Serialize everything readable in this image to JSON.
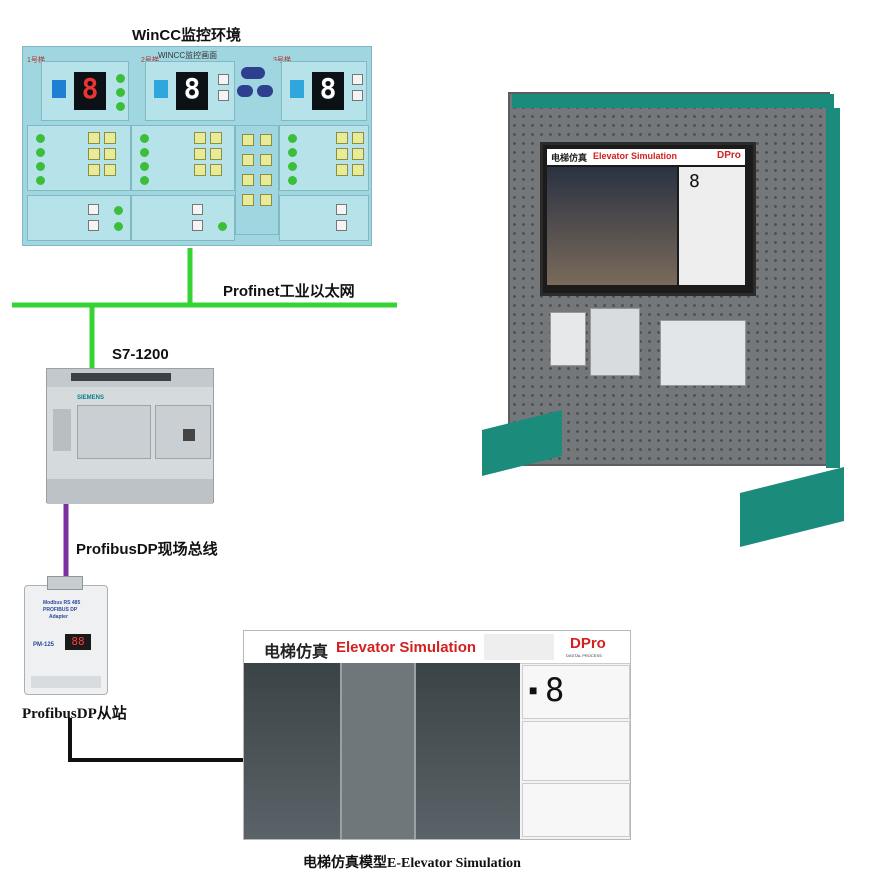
{
  "labels": {
    "wincc_title": "WinCC监控环境",
    "profinet": "Profinet工业以太网",
    "s7": "S7-1200",
    "profibus_bus": "ProfibusDP现场总线",
    "profibus_slave": "ProfibusDP从站",
    "model_caption": "电梯仿真模型E-Elevator Simulation"
  },
  "wincc_screen": {
    "header": "WINCC监控画面",
    "car1": "1号梯",
    "car2": "2号梯",
    "car3": "3号梯",
    "digit1": "8",
    "digit2": "8",
    "digit3": "8"
  },
  "plc": {
    "brand": "SIEMENS"
  },
  "slave_module": {
    "line1": "Modbus RS 485",
    "line2": "PROFIBUS DP",
    "line3": "Adapter",
    "model": "PM-125",
    "display": "88"
  },
  "elevator_sim": {
    "title_cn": "电梯仿真",
    "title_en": "Elevator Simulation",
    "brand": "DPro",
    "brand_sub": "DIGITAL PROCESS",
    "digit": "8",
    "led1": "■"
  },
  "stand": {
    "title_cn": "电梯仿真",
    "title_en": "Elevator Simulation",
    "brand": "DPro",
    "digit": "8"
  },
  "colors": {
    "profinet_line": "#36d335",
    "profibus_line": "#7b2fa0",
    "field_line": "#111111",
    "stand_teal": "#1b8b7c",
    "title_red": "#d42020"
  }
}
